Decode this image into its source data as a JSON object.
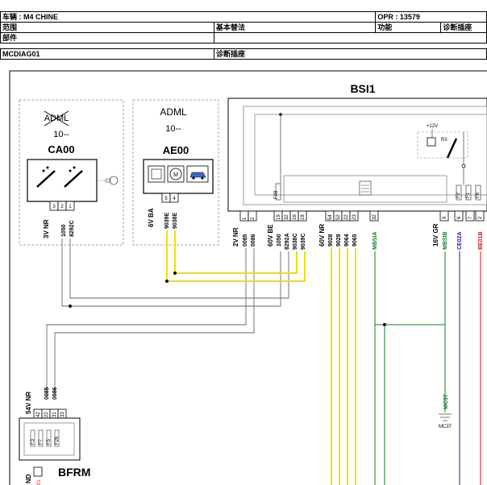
{
  "header": {
    "vehicle": "车辆 : M4 CHINE",
    "opr": "OPR : 13579",
    "scope": "范围",
    "basic_function": "基本替法",
    "function_label": "功能",
    "function_value": "诊断插座",
    "part": "部件",
    "code": "MCDIAG01",
    "code_desc": "诊断插座"
  },
  "diagram": {
    "bsi": {
      "title": "BSI1",
      "fuse_f28": "F28",
      "fuse_f2": "F2",
      "fuse_f1": "F1",
      "fuse_f8": "F8",
      "relay": "R3",
      "supply": "+12V",
      "conn_labels": [
        "2V NR",
        "60V BE",
        "60V NR",
        "16V GR"
      ],
      "pins": [
        "1",
        "2",
        "19",
        "32",
        "16",
        "18",
        "54",
        "52",
        "22",
        "23",
        "32",
        "9",
        "6",
        "7",
        "2"
      ],
      "wires": [
        "0085",
        "0086",
        "1050",
        "8292A",
        "9038C",
        "9039C",
        "9028",
        "9029",
        "9064",
        "9065",
        "MBSIA",
        "MBSIB",
        "CE02A",
        "BE01B"
      ]
    },
    "ca00": {
      "crossed_label": "ADML",
      "version": "10--",
      "code": "CA00",
      "conn": "3V NR",
      "pins": [
        "3",
        "2",
        "1"
      ],
      "wires": [
        "1050",
        "8292C"
      ]
    },
    "ae00": {
      "label": "ADML",
      "version": "10--",
      "code": "AE00",
      "conn": "6V BA",
      "pins": [
        "5",
        "4"
      ],
      "wires": [
        "9039E",
        "9038E"
      ]
    },
    "bfrm": {
      "code": "BFRM",
      "conn": "54V NR",
      "pins": [
        "42",
        "22",
        "31",
        "33"
      ],
      "wires": [
        "0085",
        "0086"
      ],
      "fuses": [
        "F3",
        "F7",
        "F5",
        "F26"
      ],
      "bottom_label": "ND",
      "bottom_pin": "01"
    },
    "mc37": {
      "wire": "MC37",
      "ground": "MC37"
    }
  },
  "colors": {
    "wire_yellow": "#f0e000",
    "wire_green": "#1a7a2a",
    "wire_blue": "#1a1aa0",
    "wire_red": "#d01010"
  }
}
